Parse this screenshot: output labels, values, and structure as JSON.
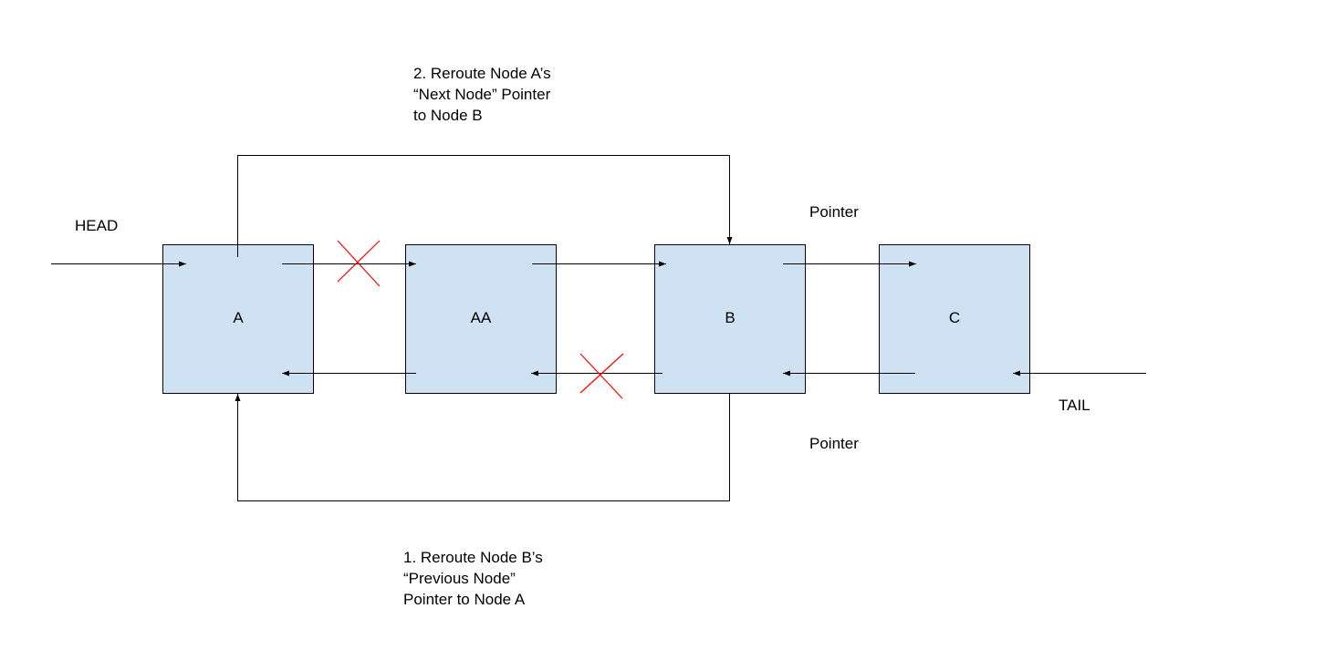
{
  "diagram": {
    "nodes": [
      {
        "id": "A",
        "label": "A"
      },
      {
        "id": "AA",
        "label": "AA"
      },
      {
        "id": "B",
        "label": "B"
      },
      {
        "id": "C",
        "label": "C"
      }
    ],
    "labels": {
      "head": "HEAD",
      "tail": "TAIL",
      "pointer_top": "Pointer",
      "pointer_bottom": "Pointer"
    },
    "steps": {
      "step2": [
        "2. Reroute Node A’s",
        "“Next Node” Pointer",
        "to Node B"
      ],
      "step1": [
        "1. Reroute Node B’s",
        "“Previous Node”",
        "Pointer to Node A"
      ]
    },
    "colors": {
      "node_fill": "#cfe2f3",
      "stroke": "#000000",
      "removed_marker": "#ff0000"
    }
  }
}
